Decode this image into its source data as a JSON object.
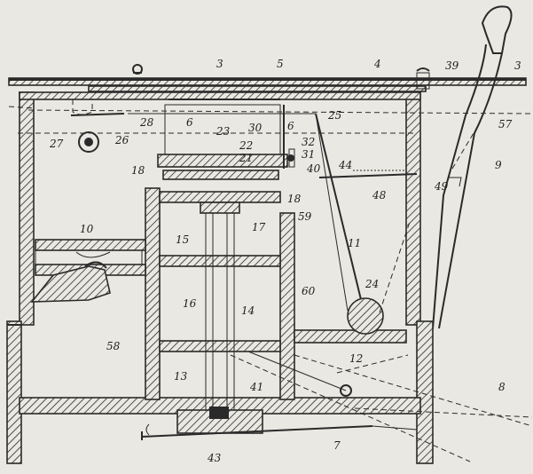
{
  "labels": {
    "l3a": "3",
    "l5": "5",
    "l4": "4",
    "l39": "39",
    "l3b": "3",
    "l28": "28",
    "l26": "26",
    "l27": "27",
    "l6a": "6",
    "l23": "23",
    "l30": "30",
    "l6b": "6",
    "l25": "25",
    "l57": "57",
    "l32": "32",
    "l31": "31",
    "l22": "22",
    "l21": "21",
    "l40": "40",
    "l44": "44",
    "l18a": "18",
    "l18b": "18",
    "l48": "48",
    "l49": "49",
    "l9": "9",
    "l10": "10",
    "l15": "15",
    "l17": "17",
    "l59": "59",
    "l11": "11",
    "l24": "24",
    "l16": "16",
    "l14": "14",
    "l60": "60",
    "l58": "58",
    "l13": "13",
    "l41": "41",
    "l12": "12",
    "l8": "8",
    "l7": "7",
    "l43": "43"
  }
}
